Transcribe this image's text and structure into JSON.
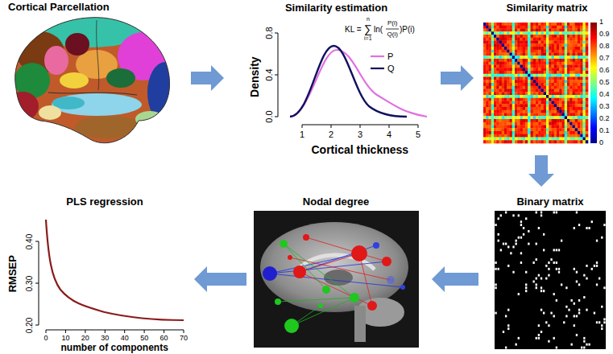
{
  "diagram": {
    "nodes": [
      {
        "text": [
          "Cortical Parcellation"
        ]
      },
      {
        "text": [
          "Similarity estimation"
        ]
      },
      {
        "text": [
          "Similarity matrix"
        ]
      },
      {
        "text": [
          "Binary matrix"
        ]
      },
      {
        "text": [
          "Nodal degree"
        ]
      },
      {
        "text": [
          "PLS regression"
        ]
      }
    ],
    "edges": [
      {
        "from": 0,
        "to": 1,
        "arrow": "to"
      },
      {
        "from": 1,
        "to": 2,
        "arrow": "to"
      },
      {
        "from": 2,
        "to": 3,
        "arrow": "to"
      },
      {
        "from": 3,
        "to": 4,
        "arrow": "to"
      },
      {
        "from": 4,
        "to": 5,
        "arrow": "to"
      }
    ],
    "labels": [
      "KL =",
      "n",
      "∑",
      "i=1",
      "ln(",
      "P(i)",
      "Q(i)",
      ")P(i)",
      "Density",
      "0.0",
      "0.4",
      "0.8",
      "1",
      "2",
      "3",
      "4",
      "5",
      "Cortical thickness",
      "1",
      "0.9",
      "0.8",
      "0.7",
      "0.6",
      "0.5",
      "0.4",
      "0.3",
      "0.2",
      "0.1",
      "0",
      "RMSEP",
      "0.20",
      "0.30",
      "0.40",
      "0",
      "10",
      "20",
      "30",
      "40",
      "50",
      "60",
      "70",
      "number of components"
    ],
    "legend": [
      {
        "text": "P"
      },
      {
        "text": "Q"
      }
    ]
  }
}
